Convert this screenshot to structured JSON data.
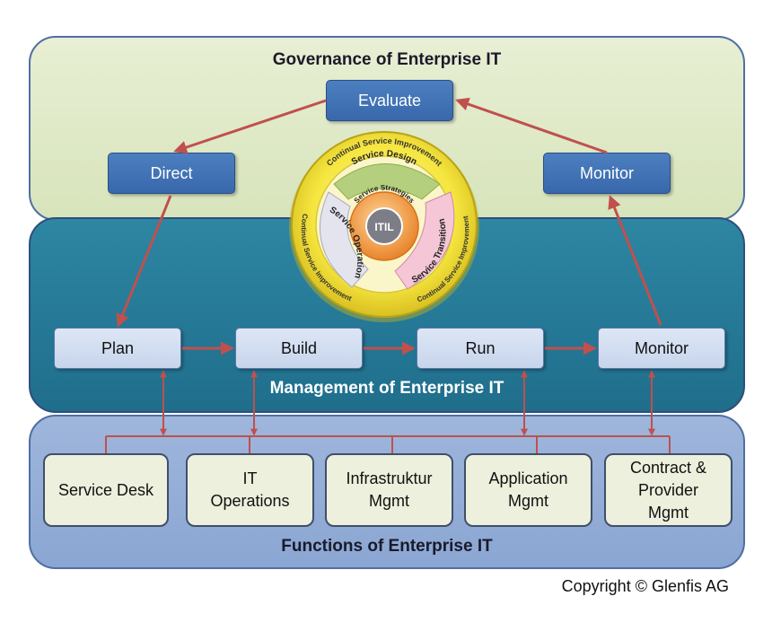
{
  "governance": {
    "title": "Governance of Enterprise IT",
    "evaluate": "Evaluate",
    "direct": "Direct",
    "monitor": "Monitor"
  },
  "management": {
    "title": "Management of Enterprise IT",
    "plan": "Plan",
    "build": "Build",
    "run": "Run",
    "monitor": "Monitor"
  },
  "functions": {
    "title": "Functions of Enterprise IT",
    "items": [
      "Service Desk",
      "IT\nOperations",
      "Infrastruktur\nMgmt",
      "Application\nMgmt",
      "Contract &\nProvider\nMgmt"
    ]
  },
  "itil": {
    "center": "ITIL",
    "strategies": "Service Strategies",
    "design": "Service Design",
    "transition": "Service Transition",
    "operation": "Service Operation",
    "csi": "Continual Service Improvement"
  },
  "copyright": "Copyright © Glenfis AG",
  "colors": {
    "arrow": "#c0504d",
    "governance_band": "#d7e4bb",
    "management_band": "#1f6e8c",
    "functions_band": "#8aa6d2",
    "ring": "#f5e33d"
  }
}
